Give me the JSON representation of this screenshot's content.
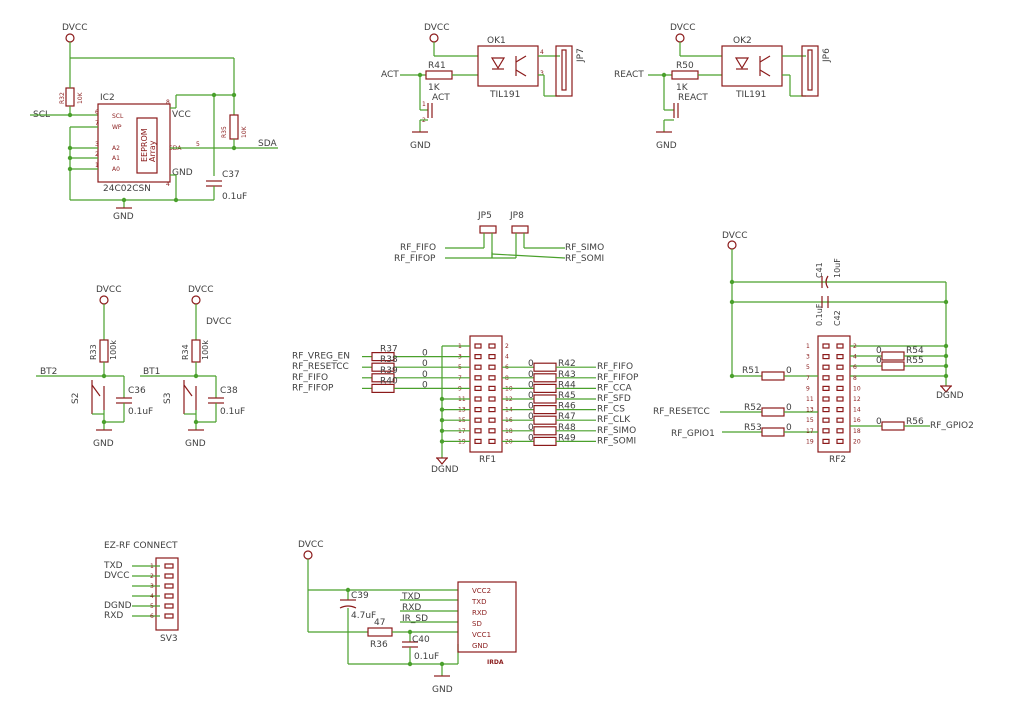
{
  "labels": {
    "dvcc": "DVCC",
    "gnd": "GND",
    "dgnd": "DGND",
    "scl": "SCL",
    "sda": "SDA",
    "act": "ACT",
    "react": "REACT",
    "bt1": "BT1",
    "bt2": "BT2",
    "txd": "TXD",
    "rxd": "RXD",
    "ir_sd": "IR_SD"
  },
  "eeprom": {
    "ref": "IC2",
    "part": "24C02CSN",
    "inner1": "EEPROM",
    "inner2": "Array",
    "pins_left": [
      "SCL",
      "WP",
      "A2",
      "A1",
      "A0"
    ],
    "pin_nums_left": [
      "6",
      "7",
      "3",
      "2",
      "1"
    ],
    "pin_vcc": "VCC",
    "pin_vcc_num": "8",
    "pin_sda": "SDA",
    "pin_sda_num": "5",
    "pin_gnd": "GND",
    "pin_gnd_num": "4"
  },
  "resistors": {
    "r32": {
      "name": "R32",
      "value": "10K"
    },
    "r35": {
      "name": "R35",
      "value": "10K"
    },
    "r33": {
      "name": "R33",
      "value": "100k"
    },
    "r34": {
      "name": "R34",
      "value": "100k"
    },
    "r41": {
      "name": "R41",
      "value": "1K"
    },
    "r50": {
      "name": "R50",
      "value": "1K"
    },
    "r36": {
      "name": "R36",
      "value": "47"
    },
    "r51": {
      "name": "R51",
      "value": "0"
    },
    "r52": {
      "name": "R52",
      "value": "0"
    },
    "r53": {
      "name": "R53",
      "value": "0"
    },
    "r54": {
      "name": "R54",
      "value": "0"
    },
    "r55": {
      "name": "R55",
      "value": "0"
    },
    "r56": {
      "name": "R56",
      "value": "0"
    }
  },
  "capacitors": {
    "c37": {
      "name": "C37",
      "value": "0.1uF"
    },
    "c36": {
      "name": "C36",
      "value": "0.1uF"
    },
    "c38": {
      "name": "C38",
      "value": "0.1uF"
    },
    "c39": {
      "name": "C39",
      "value": "4.7uF"
    },
    "c40": {
      "name": "C40",
      "value": "0.1uF"
    },
    "c41": {
      "name": "C41",
      "value": "10uF"
    },
    "c42": {
      "name": "C42",
      "value": "0.1uF"
    }
  },
  "switches": {
    "s2": "S2",
    "s3": "S3"
  },
  "leds": {
    "act": "ACT",
    "react": "REACT"
  },
  "optos": {
    "ok1": {
      "name": "OK1",
      "part": "TIL191",
      "jp": "JP7"
    },
    "ok2": {
      "name": "OK2",
      "part": "TIL191",
      "jp": "JP6"
    }
  },
  "jumpers": {
    "jp5": "JP5",
    "jp8": "JP8",
    "rf_fifo": "RF_FIFO",
    "rf_fifop": "RF_FIFOP",
    "rf_simo": "RF_SIMO",
    "rf_somi": "RF_SOMI"
  },
  "rf1": {
    "name": "RF1",
    "left_nets": [
      "RF_VREG_EN",
      "RF_RESETCC",
      "RF_FIFO",
      "RF_FIFOP"
    ],
    "left_res": [
      "R37",
      "R38",
      "R39",
      "R40"
    ],
    "right_nets": [
      "RF_FIFO",
      "RF_FIFOP",
      "RF_CCA",
      "RF_SFD",
      "RF_CS",
      "RF_CLK",
      "RF_SIMO",
      "RF_SOMI"
    ],
    "right_res": [
      "R42",
      "R43",
      "R44",
      "R45",
      "R46",
      "R47",
      "R48",
      "R49"
    ],
    "zero": "0",
    "odd_pins": [
      "1",
      "3",
      "5",
      "7",
      "9",
      "11",
      "13",
      "15",
      "17",
      "19"
    ],
    "even_pins": [
      "2",
      "4",
      "6",
      "8",
      "10",
      "12",
      "14",
      "16",
      "18",
      "20"
    ]
  },
  "rf2": {
    "name": "RF2",
    "left_nets": [
      "RF_RESETCC",
      "RF_GPIO1"
    ],
    "right_net": "RF_GPIO2"
  },
  "ezrf": {
    "title": "EZ-RF CONNECT",
    "nets": [
      "TXD",
      "DVCC",
      "",
      "",
      "DGND",
      "RXD"
    ],
    "pins": [
      "1",
      "2",
      "3",
      "4",
      "5",
      "6"
    ],
    "ref": "SV3"
  },
  "irda": {
    "name": "IRDA",
    "pins": [
      "VCC2",
      "TXD",
      "RXD",
      "SD",
      "VCC1",
      "GND"
    ]
  }
}
